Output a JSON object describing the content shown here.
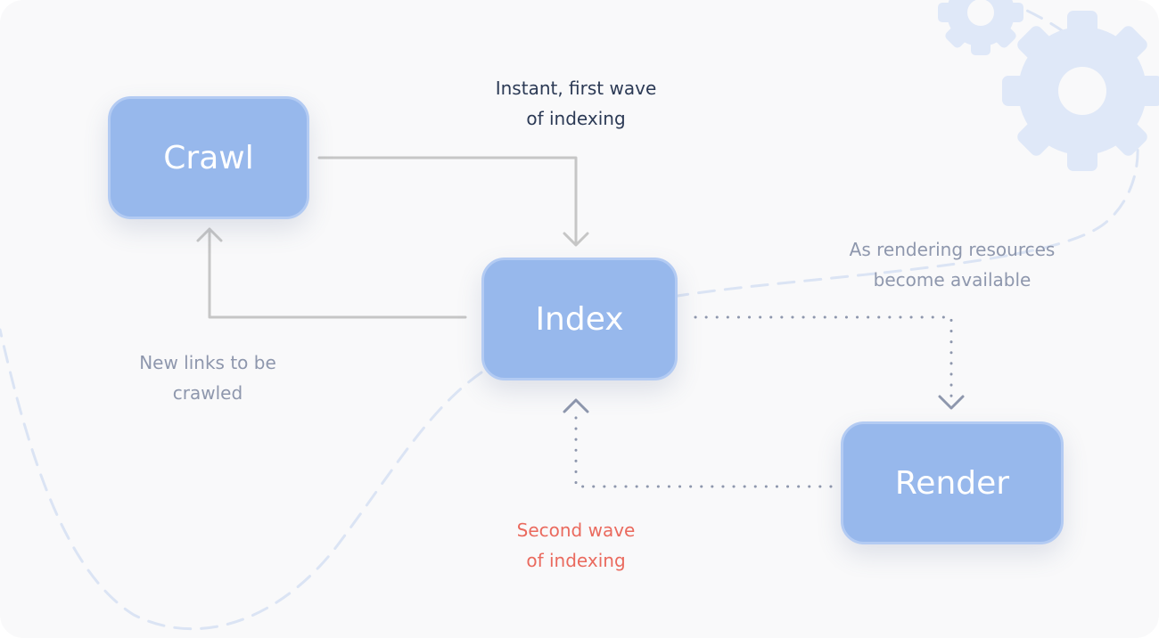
{
  "nodes": {
    "crawl": "Crawl",
    "index": "Index",
    "render": "Render"
  },
  "labels": {
    "first_wave": [
      "Instant, first wave",
      "of indexing"
    ],
    "new_links": [
      "New links to be",
      "crawled"
    ],
    "rendering_resources": [
      "As rendering resources",
      "become available"
    ],
    "second_wave": [
      "Second wave",
      "of indexing"
    ]
  },
  "colors": {
    "node_fill": "#97b8ec",
    "node_border": "#b3cbf3",
    "solid_arrow": "#c6c6c6",
    "dotted_arrow": "#8e97ad",
    "dashed_curve": "#dbe4f4",
    "gear": "#dfe8f8",
    "text_dark": "#2c3a55",
    "text_gray": "#8e97ad",
    "text_red": "#ea6a5e"
  },
  "decorations": [
    "gear-icon-small",
    "gear-icon-large"
  ]
}
